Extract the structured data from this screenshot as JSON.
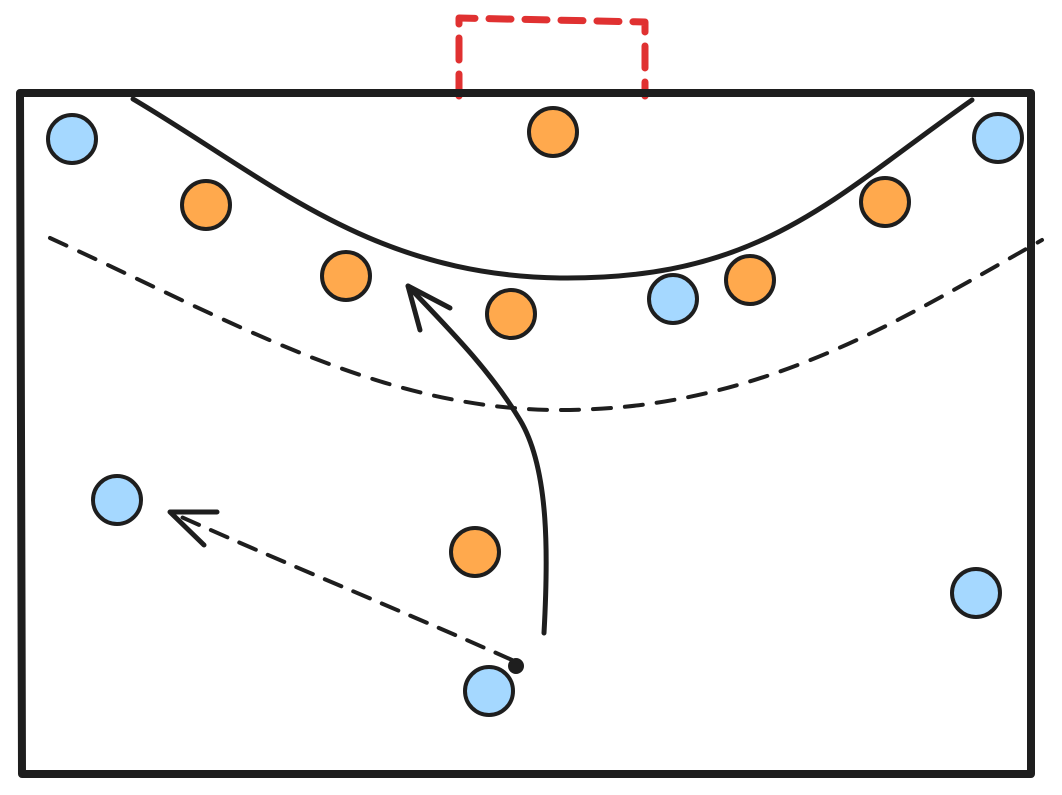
{
  "colors": {
    "ink": "#1e1e1e",
    "goal": "#e03131",
    "team_blue": "#a5d8ff",
    "team_orange": "#ffa94d",
    "background": "#ffffff"
  },
  "players": {
    "blue": [
      {
        "id": "b1"
      },
      {
        "id": "b2"
      },
      {
        "id": "b3"
      },
      {
        "id": "b4"
      },
      {
        "id": "b5"
      },
      {
        "id": "b6"
      }
    ],
    "orange": [
      {
        "id": "o1"
      },
      {
        "id": "o2"
      },
      {
        "id": "o3"
      },
      {
        "id": "o4"
      },
      {
        "id": "o5"
      },
      {
        "id": "o6"
      },
      {
        "id": "o7"
      }
    ]
  }
}
